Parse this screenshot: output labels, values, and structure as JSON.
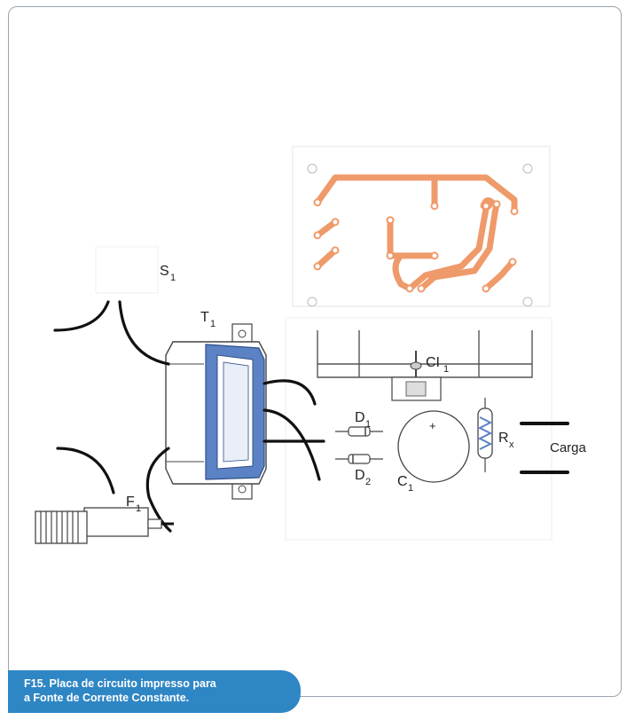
{
  "labels": {
    "s1": "S",
    "s1_sub": "1",
    "t1": "T",
    "t1_sub": "1",
    "ci1": "CI",
    "ci1_sub": "1",
    "d1": "D",
    "d1_sub": "1",
    "d2": "D",
    "d2_sub": "2",
    "c1": "C",
    "c1_sub": "1",
    "c1_plus": "+",
    "rx": "R",
    "rx_sub": "x",
    "f1": "F",
    "f1_sub": "1",
    "carga": "Carga"
  },
  "caption": {
    "line1": "F15. Placa de circuito impresso para",
    "line2": "a Fonte de Corrente Constante."
  },
  "colors": {
    "copper": "#ef9a6a",
    "transformer_blue": "#5b82c4",
    "caption_bg": "#2f86c4",
    "frame_border": "#9aa3ad"
  }
}
